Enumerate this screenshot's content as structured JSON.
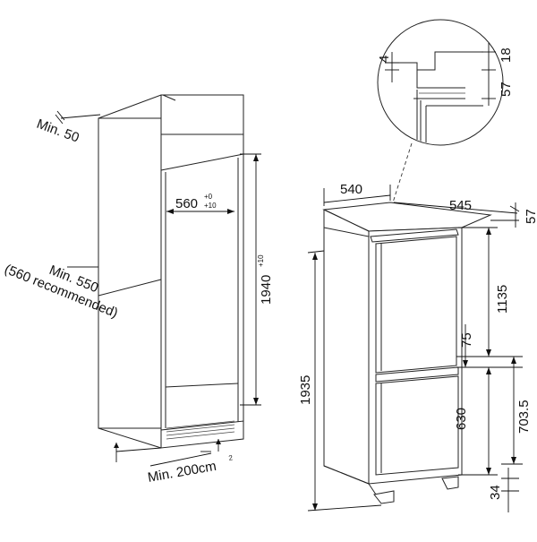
{
  "niche": {
    "min_top_clearance": "Min. 50",
    "niche_width": "560",
    "niche_width_tol_top": "+0",
    "niche_width_tol_bottom": "+10",
    "niche_height": "1940",
    "niche_height_tol": "+10",
    "min_depth": "Min. 550",
    "depth_recommended": "(560 recommended)",
    "min_vent_area": "Min. 200cm",
    "vent_area_exp": "2"
  },
  "detail": {
    "gap": "4",
    "top_profile": "18",
    "profile_height": "57"
  },
  "appliance": {
    "width": "540",
    "depth": "545",
    "top_offset": "57",
    "fridge_door": "1135",
    "door_gap": "75",
    "freezer_door": "630",
    "lower_section": "703.5",
    "plinth": "34",
    "total_height": "1935"
  }
}
